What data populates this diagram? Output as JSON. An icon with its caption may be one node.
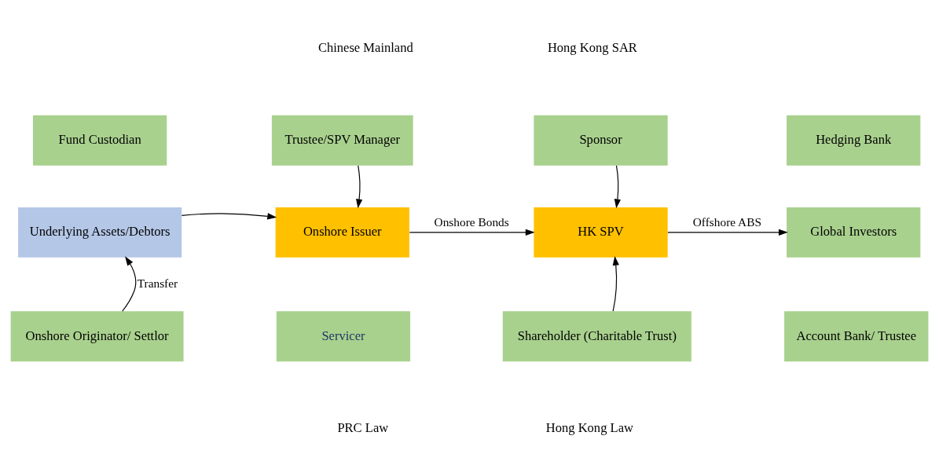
{
  "diagram": {
    "nodes": [
      {
        "text": [
          "Fund Custodian"
        ]
      },
      {
        "text": [
          "Trustee/SPV Manager"
        ]
      },
      {
        "text": [
          "Sponsor"
        ]
      },
      {
        "text": [
          "Hedging Bank"
        ]
      },
      {
        "text": [
          "Underlying Assets/Debtors"
        ]
      },
      {
        "text": [
          "Onshore Issuer"
        ]
      },
      {
        "text": [
          "HK SPV"
        ]
      },
      {
        "text": [
          "Global Investors"
        ]
      },
      {
        "text": [
          "Onshore Originator/ Settlor"
        ]
      },
      {
        "text": [
          "Servicer"
        ]
      },
      {
        "text": [
          "Shareholder (Charitable Trust)"
        ]
      },
      {
        "text": [
          "Account Bank/ Trustee"
        ]
      }
    ],
    "edges": [
      {
        "from": 1,
        "to": 5,
        "arrow": "to"
      },
      {
        "from": 4,
        "to": 5,
        "arrow": "to"
      },
      {
        "from": 5,
        "to": 6,
        "arrow": "to",
        "label": "Onshore Bonds"
      },
      {
        "from": 2,
        "to": 6,
        "arrow": "to"
      },
      {
        "from": 6,
        "to": 7,
        "arrow": "to",
        "label": "Offshore ABS"
      },
      {
        "from": 8,
        "to": 4,
        "arrow": "to",
        "label": "Transfer"
      },
      {
        "from": 10,
        "to": 6,
        "arrow": "to"
      }
    ],
    "labels": [
      "Chinese Mainland",
      "Hong Kong SAR",
      "PRC Law",
      "Hong Kong Law"
    ]
  }
}
